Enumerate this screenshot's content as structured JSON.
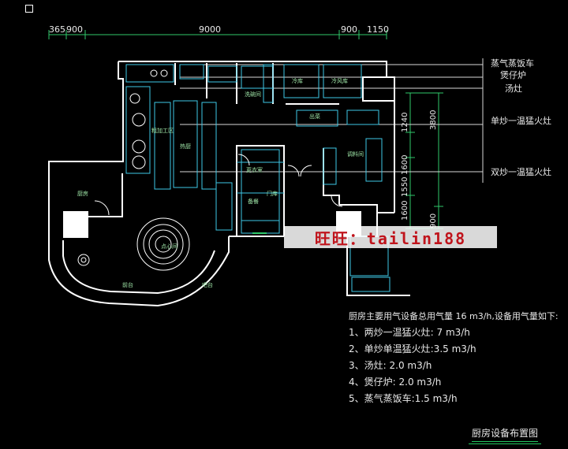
{
  "colors": {
    "background": "#000000",
    "wall": "#ffffff",
    "equipment": "#3ec7e6",
    "dimension": "#2fc86a",
    "gas_line": "#e8e8e8",
    "watermark_text": "#c0141c"
  },
  "dimensions_top": [
    "365",
    "900",
    "9000",
    "900",
    "1150"
  ],
  "dimensions_right": [
    "1240",
    "1600",
    "1550",
    "1600",
    "3800",
    "900"
  ],
  "equipment_labels": {
    "right": [
      "蒸气蒸饭车",
      "煲仔炉",
      "汤灶",
      "单炒一温猛火灶",
      "双炒一温猛火灶"
    ],
    "rooms": [
      "厨房",
      "冷库",
      "冷风库",
      "粗加工区",
      "洗碗间",
      "更衣室",
      "备餐",
      "热厨",
      "调料间",
      "前台",
      "点心间",
      "吧台",
      "出菜",
      "门库"
    ]
  },
  "watermark": "旺旺：tailin188",
  "gas_notes": {
    "heading": "厨房主要用气设备总用气量 16 m3/h,设备用气量如下:",
    "items": [
      "1、两炒一温猛火灶: 7 m3/h",
      "2、单炒单温猛火灶:3.5 m3/h",
      "3、汤灶: 2.0 m3/h",
      "4、煲仔炉: 2.0 m3/h",
      "5、蒸气蒸饭车:1.5 m3/h"
    ]
  },
  "drawing_title": "厨房设备布置图"
}
